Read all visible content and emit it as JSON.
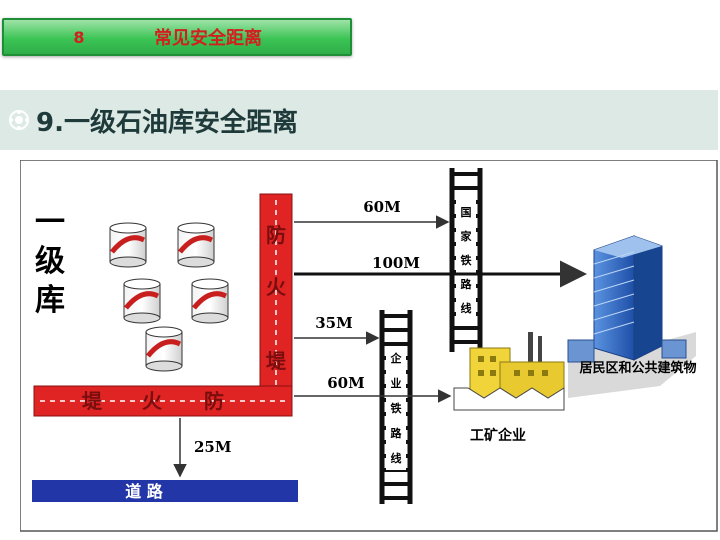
{
  "header": {
    "section_number": "8",
    "section_title": "常见安全距离",
    "slide_title": "9.一级石油库安全距离"
  },
  "diagram": {
    "depot_label": [
      "一",
      "级",
      "库"
    ],
    "firewall_chars_vertical": [
      "防",
      "火",
      "堤"
    ],
    "firewall_chars_horizontal": [
      "堤",
      "火",
      "防"
    ],
    "road_label": "道 路",
    "railway_national": [
      "国",
      "家",
      "铁",
      "路",
      "线"
    ],
    "railway_enterprise": [
      "企",
      "业",
      "铁",
      "路",
      "线"
    ],
    "residential_label": "居民区和公共建筑物",
    "industrial_label": "工矿企业",
    "distances": {
      "national_railway": "60M",
      "residential": "100M",
      "enterprise_railway": "35M",
      "industrial": "60M",
      "road": "25M"
    },
    "colors": {
      "firewall": "#e02424",
      "road": "#2336a8",
      "tank_stripe": "#c81e1e",
      "building": "#2a6fd6",
      "factory": "#f0d43a"
    }
  }
}
